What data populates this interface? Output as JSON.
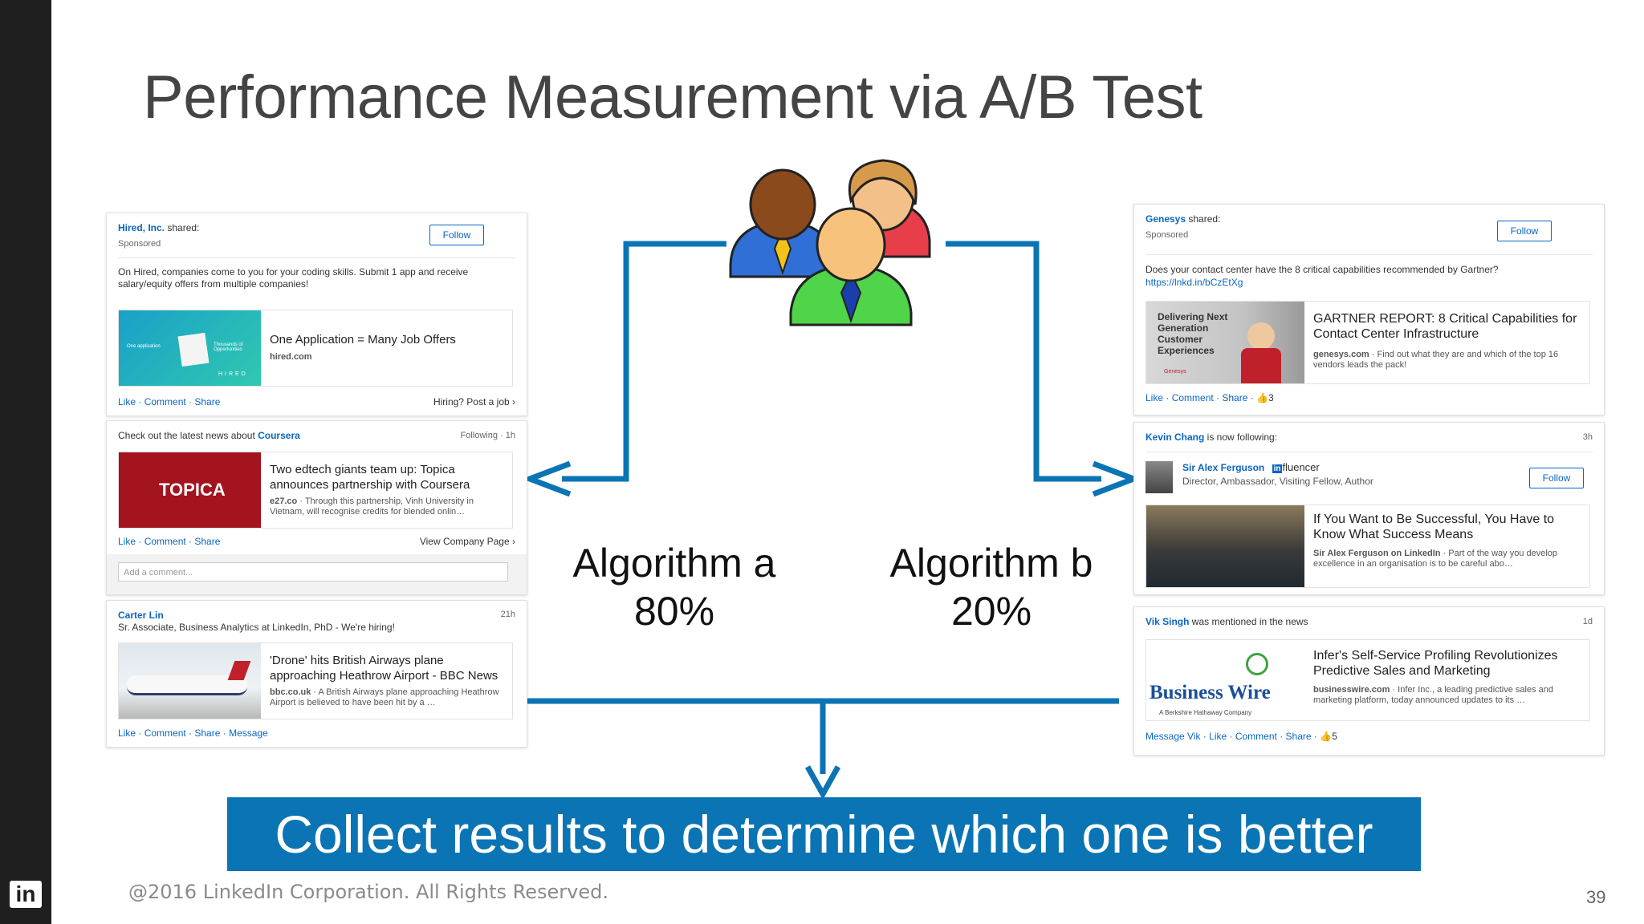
{
  "slide": {
    "title": "Performance Measurement via A/B Test",
    "algo_a_name": "Algorithm a",
    "algo_a_pct": "80%",
    "algo_b_name": "Algorithm b",
    "algo_b_pct": "20%",
    "banner": "Collect results to determine which one is better",
    "copyright": "@2016 LinkedIn Corporation. All Rights Reserved.",
    "page_number": "39",
    "logo_text": "in",
    "accent": "#0a74b4"
  },
  "left_feed": {
    "card1": {
      "company": "Hired, Inc.",
      "shared": " shared:",
      "sponsored": "Sponsored",
      "follow": "Follow",
      "body": "On Hired, companies come to you for your coding skills. Submit 1 app and receive salary/equity offers from multiple companies!",
      "headline": "One Application = Many Job Offers",
      "source": "hired.com",
      "thumb_text_1": "One application",
      "thumb_text_2": "Thousands of Opportunities",
      "thumb_text_3": "HIRED",
      "like": "Like",
      "comment": "Comment",
      "share": "Share",
      "right_action": "Hiring? Post a job ›"
    },
    "card2": {
      "prefix": "Check out the latest news about ",
      "company": "Coursera",
      "following": "Following",
      "time": "1h",
      "headline": "Two edtech giants team up: Topica announces partnership with Coursera",
      "source": "e27.co",
      "snippet": "Through this partnership, Vinh University in Vietnam, will recognise credits for blended onlin…",
      "thumb_text": "TOPICA",
      "like": "Like",
      "comment": "Comment",
      "share": "Share",
      "right_action": "View Company Page ›",
      "comment_placeholder": "Add a comment..."
    },
    "card3": {
      "name": "Carter Lin",
      "title": "Sr. Associate, Business Analytics at LinkedIn, PhD - We're hiring!",
      "time": "21h",
      "headline": "'Drone' hits British Airways plane approaching Heathrow Airport - BBC News",
      "source": "bbc.co.uk",
      "snippet": "A British Airways plane approaching Heathrow Airport is believed to have been hit by a …",
      "like": "Like",
      "comment": "Comment",
      "share": "Share",
      "message": "Message"
    }
  },
  "right_feed": {
    "card1": {
      "company": "Genesys",
      "shared": " shared:",
      "sponsored": "Sponsored",
      "follow": "Follow",
      "body": "Does your contact center have the 8 critical capabilities recommended by Gartner?",
      "link": "https://lnkd.in/bCzEtXg",
      "thumb_text": "Delivering Next Generation Customer Experiences",
      "thumb_brand": "Genesys",
      "headline": "GARTNER REPORT: 8 Critical Capabilities for Contact Center Infrastructure",
      "source": "genesys.com",
      "snippet": "Find out what they are and which of the top 16 vendors leads the pack!",
      "like": "Like",
      "comment": "Comment",
      "share": "Share",
      "likes_count": "3"
    },
    "card2": {
      "name": "Kevin Chang",
      "action": " is now following:",
      "time": "3h",
      "influencer": "Sir Alex Ferguson",
      "influencer_badge": "in",
      "influencer_label": "fluencer",
      "influencer_title": "Director, Ambassador, Visiting Fellow, Author",
      "follow": "Follow",
      "headline": "If You Want to Be Successful, You Have to Know What Success Means",
      "source": "Sir Alex Ferguson on LinkedIn",
      "snippet": "Part of the way you develop excellence in an organisation is to be careful abo…"
    },
    "card3": {
      "name": "Vik Singh",
      "action": " was mentioned in the news",
      "time": "1d",
      "headline": "Infer's Self-Service Profiling Revolutionizes Predictive Sales and Marketing",
      "source": "businesswire.com",
      "snippet": "Infer Inc., a leading predictive sales and marketing platform, today announced updates to its …",
      "thumb_text": "Business Wire",
      "thumb_subtext": "A Berkshire Hathaway Company",
      "message": "Message Vik",
      "like": "Like",
      "comment": "Comment",
      "share": "Share",
      "likes_count": "5"
    }
  }
}
